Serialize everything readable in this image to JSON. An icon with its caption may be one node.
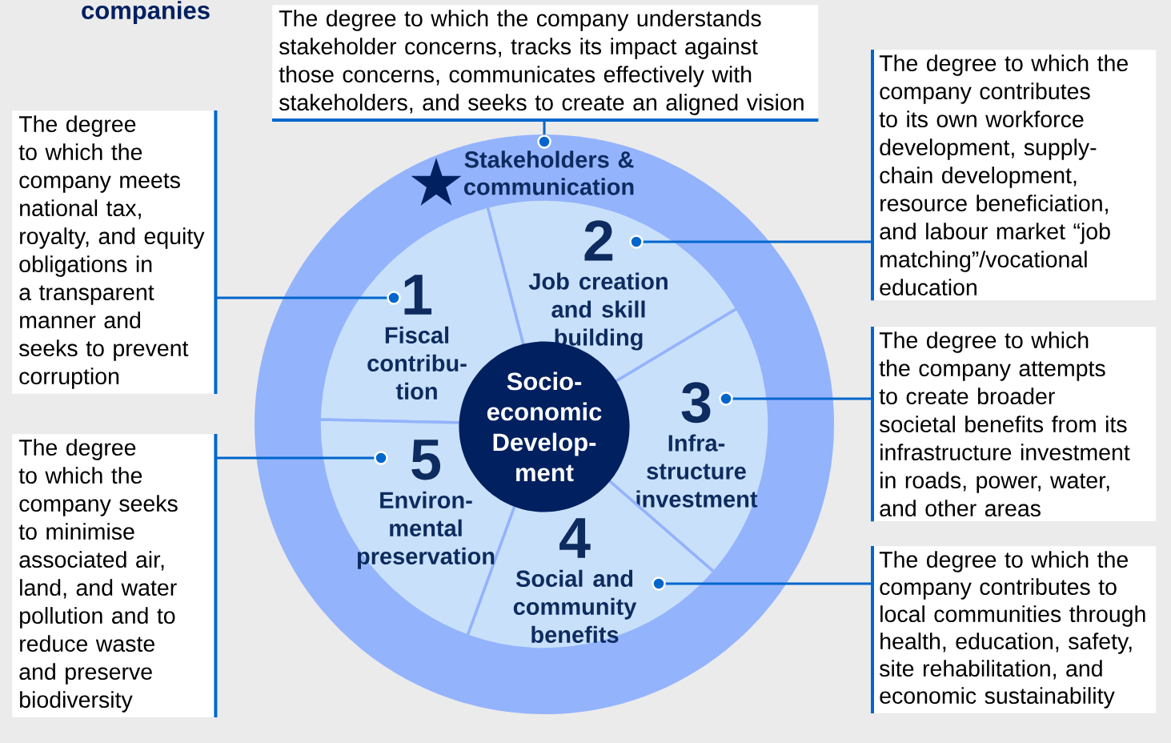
{
  "diagram": {
    "title": "companies",
    "nodes": [
      {
        "text": [
          "The degree to which the company understands stakeholder concerns, tracks its impact against those concerns, communicates effectively with stakeholders, and seeks to create an aligned vision"
        ]
      },
      {
        "text": [
          "The degree to which the company meets national tax, royalty, and equity obligations in a transparent manner and seeks to prevent corruption"
        ]
      },
      {
        "text": [
          "Stakeholders & communication"
        ]
      },
      {
        "text": [
          "1",
          "Fiscal contribu-tion"
        ],
        "in": 2
      },
      {
        "text": [
          "2",
          "Job creation and skill building"
        ],
        "in": 2
      },
      {
        "text": [
          "3",
          "Infra-structure investment"
        ],
        "in": 2
      },
      {
        "text": [
          "4",
          "Social and community benefits"
        ],
        "in": 2
      },
      {
        "text": [
          "5",
          "Environ-mental preservation"
        ],
        "in": 2
      },
      {
        "text": [
          "Socio-economic Develop-ment"
        ],
        "in": 2
      },
      {
        "text": [
          "The degree to which the company contributes to its own workforce development, supply-chain development, resource beneficiation, and labour market “job matching”/vocational education"
        ]
      },
      {
        "text": [
          "The degree to which the company attempts to create broader societal benefits from its infrastructure investment in roads, power, water, and other areas"
        ]
      },
      {
        "text": [
          "The degree to which the company seeks to minimise associated air, land, and water pollution and to reduce waste and preserve biodiversity"
        ]
      },
      {
        "text": [
          "The degree to which the company contributes to local communities through health, education, safety, site rehabilitation, and economic sustainability"
        ]
      }
    ],
    "edges": [
      {
        "from": 0,
        "to": 2,
        "arrow": "other"
      },
      {
        "from": 1,
        "to": 3,
        "arrow": "other"
      },
      {
        "from": 9,
        "to": 4,
        "arrow": "other"
      },
      {
        "from": 10,
        "to": 5,
        "arrow": "other"
      },
      {
        "from": 12,
        "to": 6,
        "arrow": "other"
      },
      {
        "from": 11,
        "to": 7,
        "arrow": "other"
      }
    ]
  }
}
